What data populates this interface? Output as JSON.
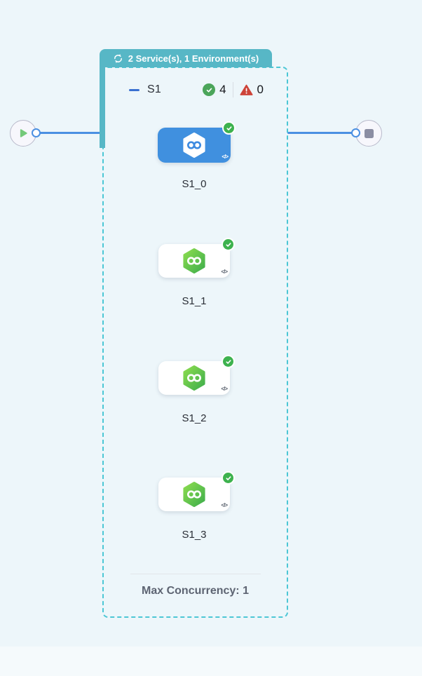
{
  "group_badge": {
    "icon": "loop-icon",
    "label": "2 Service(s), 1 Environment(s)"
  },
  "stage": {
    "name": "S1",
    "success_count": "4",
    "failure_count": "0",
    "footer_label": "Max Concurrency: 1"
  },
  "nodes": [
    {
      "label": "S1_0",
      "state": "selected",
      "status": "success"
    },
    {
      "label": "S1_1",
      "state": "default",
      "status": "success"
    },
    {
      "label": "S1_2",
      "state": "default",
      "status": "success"
    },
    {
      "label": "S1_3",
      "state": "default",
      "status": "success"
    }
  ],
  "glyphs": {
    "code": "</>"
  },
  "colors": {
    "page_background": "#edf6fa",
    "group_teal": "#57b7c6",
    "dashed_border": "#4cc7d5",
    "selected_node_blue": "#4090df",
    "edge_blue": "#4b90e2",
    "success_green": "#3db24e",
    "error_red": "#cd4338",
    "footer_text": "#5d6472"
  }
}
